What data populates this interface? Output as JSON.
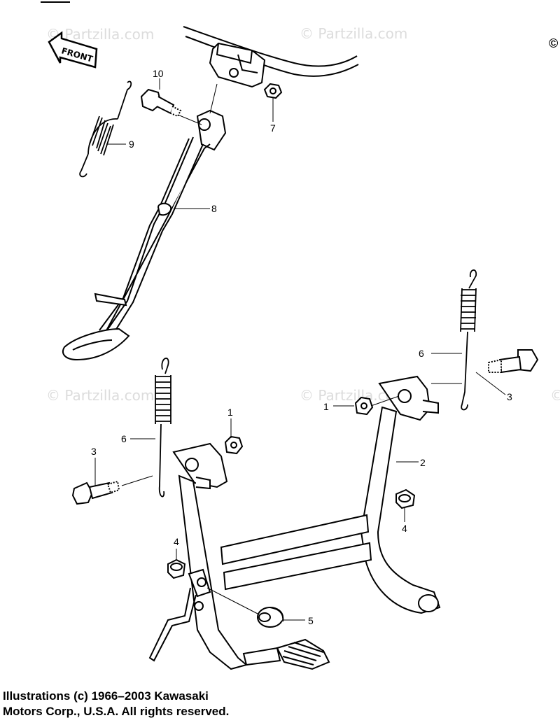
{
  "watermark": "© Partzilla.com",
  "corner_mark": "©",
  "front_label": "FRONT",
  "callouts": {
    "c10": "10",
    "c9": "9",
    "c7": "7",
    "c8": "8",
    "c6_right": "6",
    "c3_right": "3",
    "c1_right": "1",
    "c2": "2",
    "c1_left": "1",
    "c6_left": "6",
    "c3_left": "3",
    "c4_right": "4",
    "c4_left": "4",
    "c5": "5"
  },
  "copyright": {
    "line1": "Illustrations (c) 1966–2003 Kawasaki",
    "line2": "Motors Corp., U.S.A.  All rights reserved."
  }
}
